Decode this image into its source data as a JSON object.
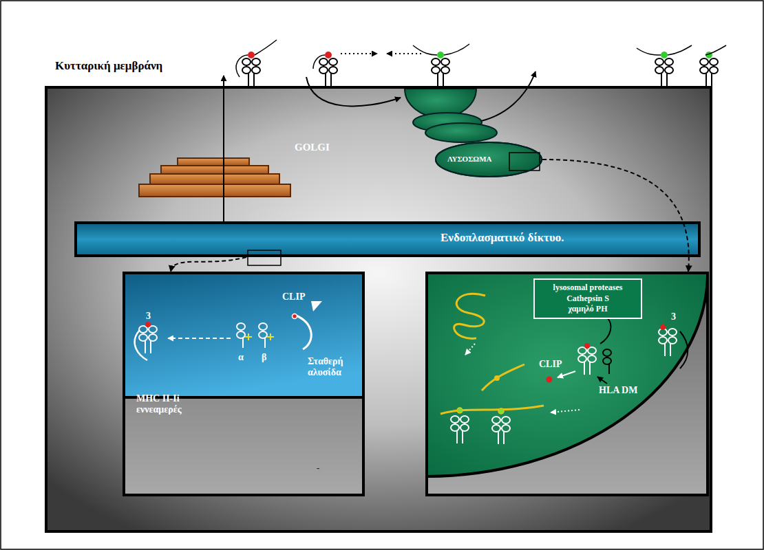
{
  "diagram": {
    "nodes": [
      {
        "text": [
          "Κυτταρική μεμβράνη"
        ]
      },
      {
        "text": [
          "GOLGI"
        ],
        "in": 0
      },
      {
        "text": [
          "ΛΥΣΟΣΩΜΑ"
        ],
        "in": 0
      },
      {
        "text": [
          "Ενδοπλασματικό δίκτυο."
        ],
        "in": 0
      },
      {
        "text": [
          "3",
          "CLIP",
          "MHC II-Ii εννεαμερές",
          "α",
          "β",
          "Σταθερή αλυσίδα"
        ],
        "in": 0
      },
      {
        "text": [
          "3",
          "CLIP",
          "HLA DM"
        ],
        "in": 0
      },
      {
        "text": [
          "lysosomal proteases",
          "Cathepsin S",
          "χαμηλό PH"
        ],
        "in": 5
      }
    ],
    "edges": [
      {
        "from": 3,
        "to": 1,
        "arrow": "none"
      },
      {
        "from": 3,
        "to": 4,
        "arrow": "to"
      },
      {
        "from": 2,
        "to": 5,
        "arrow": "to"
      }
    ],
    "labels": [
      "-"
    ]
  }
}
